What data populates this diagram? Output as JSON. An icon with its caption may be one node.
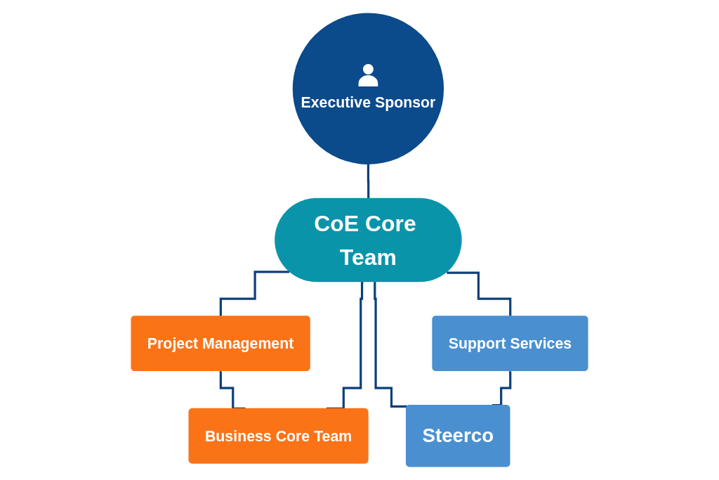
{
  "diagram": {
    "nodes": [
      {
        "text": [
          "Executive Sponsor"
        ]
      },
      {
        "text": [
          "Project Management"
        ]
      },
      {
        "text": [
          "CoE Core Team"
        ]
      },
      {
        "text": [
          "Support Services"
        ]
      },
      {
        "text": [
          "Business Core Team"
        ]
      },
      {
        "text": [
          "Steerco"
        ]
      }
    ],
    "edges": [
      {
        "from": 0,
        "to": 2,
        "arrow": "none"
      },
      {
        "from": 2,
        "to": 1,
        "arrow": "none"
      },
      {
        "from": 2,
        "to": 3,
        "arrow": "none"
      },
      {
        "from": 1,
        "to": 4,
        "arrow": "none"
      },
      {
        "from": 2,
        "to": 4,
        "arrow": "none"
      },
      {
        "from": 2,
        "to": 5,
        "arrow": "none"
      },
      {
        "from": 3,
        "to": 5,
        "arrow": "none"
      }
    ]
  }
}
